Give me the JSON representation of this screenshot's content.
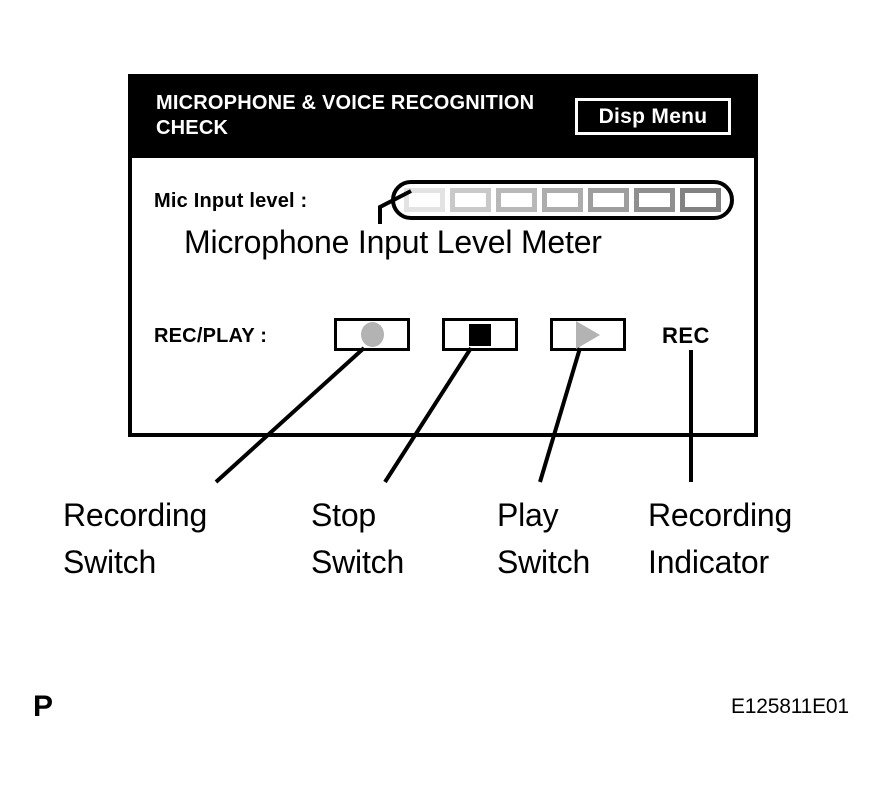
{
  "screen": {
    "header": {
      "title": "MICROPHONE & VOICE RECOGNITION\nCHECK",
      "disp_menu_label": "Disp Menu",
      "background_color": "#000000",
      "text_color": "#FFFFFF"
    },
    "mic_input": {
      "label": "Mic Input level :",
      "meter": {
        "segment_count": 7,
        "segment_colors": [
          "#E3E3E3",
          "#C9C9C9",
          "#B8B8B8",
          "#ADADAD",
          "#9E9E9E",
          "#8F8F8F",
          "#828282"
        ],
        "segment_fill": "#FFFFFF",
        "active_segments": 0
      },
      "caption": "Microphone Input Level Meter"
    },
    "rec_play": {
      "label": "REC/PLAY :",
      "buttons": [
        {
          "name": "record",
          "glyph": "record-circle-icon",
          "glyph_color": "#B3B3B3"
        },
        {
          "name": "stop",
          "glyph": "stop-square-icon",
          "glyph_color": "#000000"
        },
        {
          "name": "play",
          "glyph": "play-triangle-icon",
          "glyph_color": "#B3B3B3"
        }
      ],
      "indicator_label": "REC"
    }
  },
  "callouts": [
    {
      "id": "recording-switch",
      "text": "Recording\nSwitch"
    },
    {
      "id": "stop-switch",
      "text": "Stop\nSwitch"
    },
    {
      "id": "play-switch",
      "text": "Play\nSwitch"
    },
    {
      "id": "recording-indicator",
      "text": "Recording\nIndicator"
    }
  ],
  "footer": {
    "page_mark": "P",
    "reference_code": "E125811E01"
  }
}
